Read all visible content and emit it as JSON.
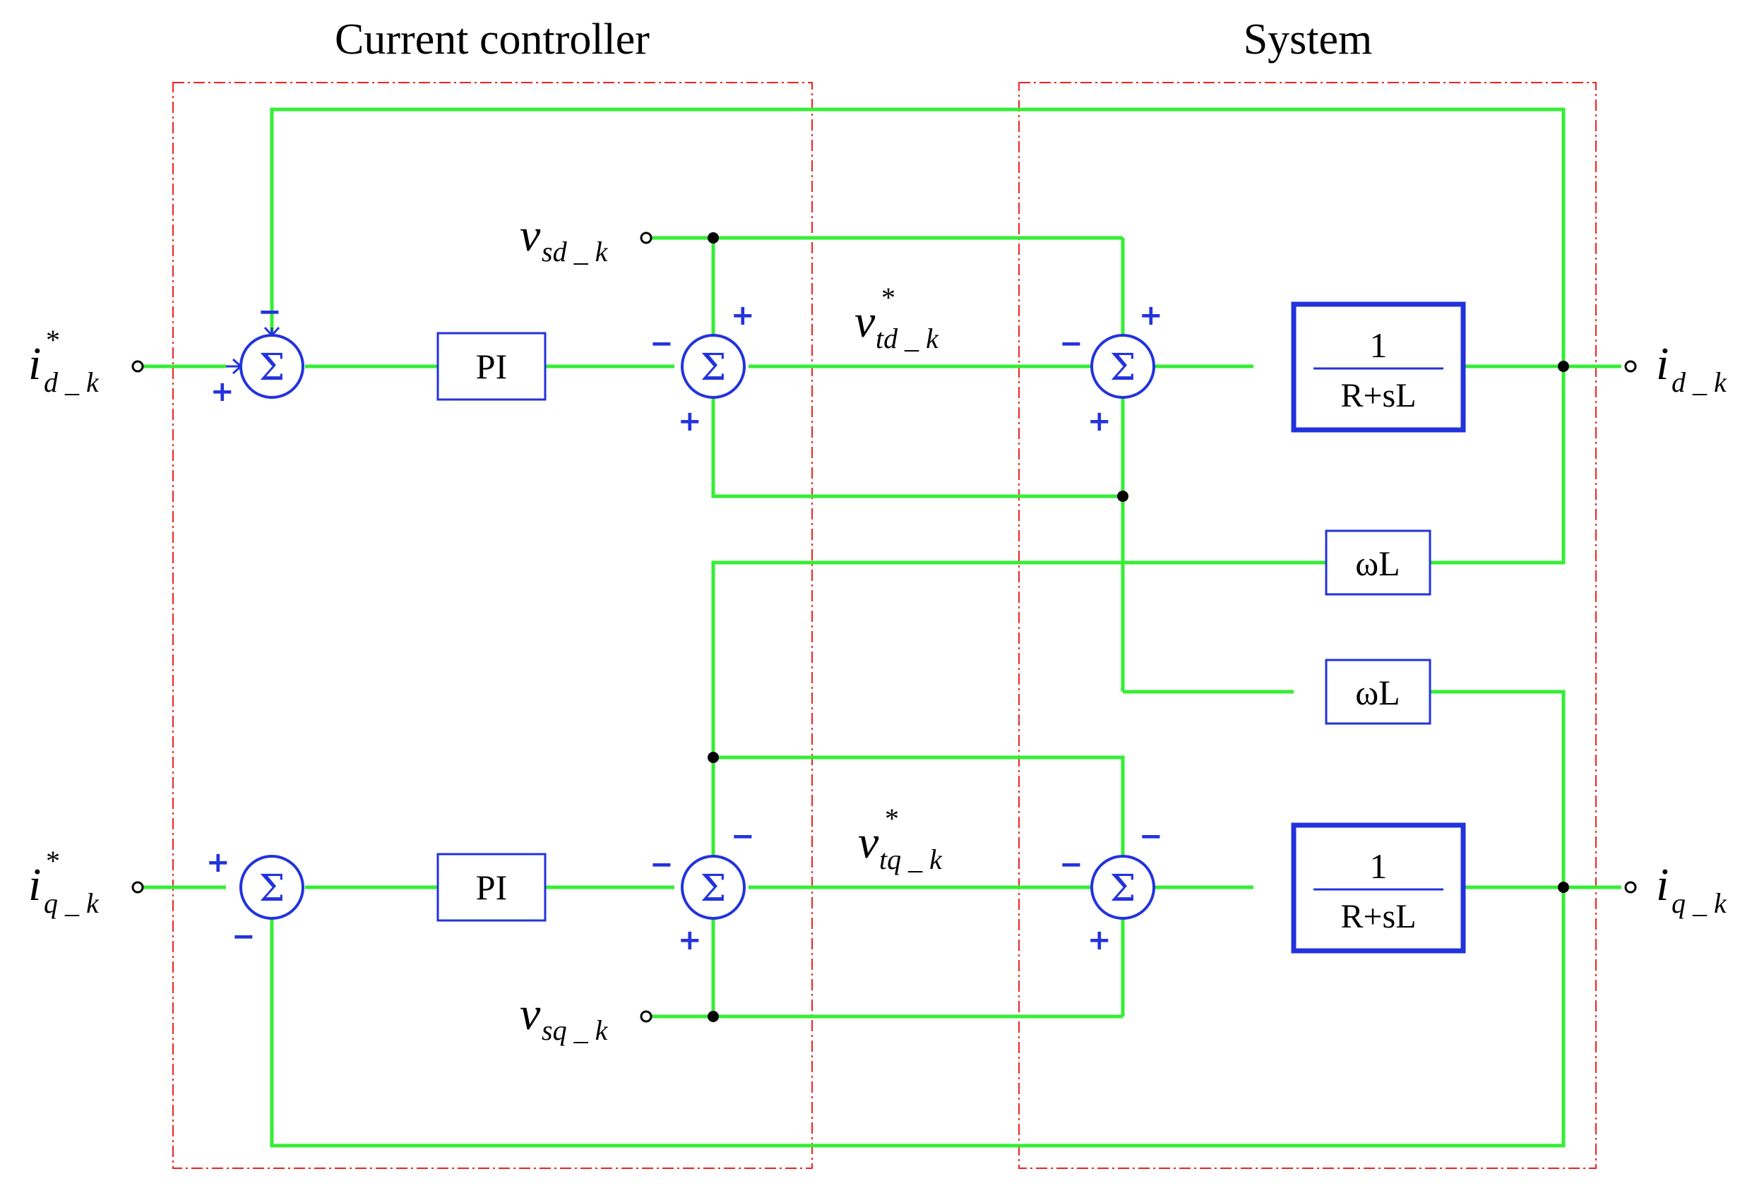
{
  "titles": {
    "controller": "Current controller",
    "system": "System"
  },
  "signals": {
    "id_ref": {
      "main": "i",
      "sup": "*",
      "sub": "d _ k"
    },
    "iq_ref": {
      "main": "i",
      "sup": "*",
      "sub": "q _ k"
    },
    "id": {
      "main": "i",
      "sub": "d _ k"
    },
    "iq": {
      "main": "i",
      "sub": "q _ k"
    },
    "vsd": {
      "main": "v",
      "sub": "sd _ k"
    },
    "vsq": {
      "main": "v",
      "sub": "sq _ k"
    },
    "vtd": {
      "main": "v",
      "sup": "*",
      "sub": "td _ k"
    },
    "vtq": {
      "main": "v",
      "sup": "*",
      "sub": "tq _ k"
    }
  },
  "blocks": {
    "pi_d": "PI",
    "pi_q": "PI",
    "plant_d": {
      "num": "1",
      "den": "R+sL"
    },
    "plant_q": {
      "num": "1",
      "den": "R+sL"
    },
    "wl_top": "ωL",
    "wl_bottom": "ωL"
  },
  "summer_symbol": "Σ",
  "signs": {
    "plus": "+",
    "minus": "−"
  },
  "colors": {
    "wire": "#33ee33",
    "block": "#2233dd",
    "frame": "#ee2222"
  }
}
